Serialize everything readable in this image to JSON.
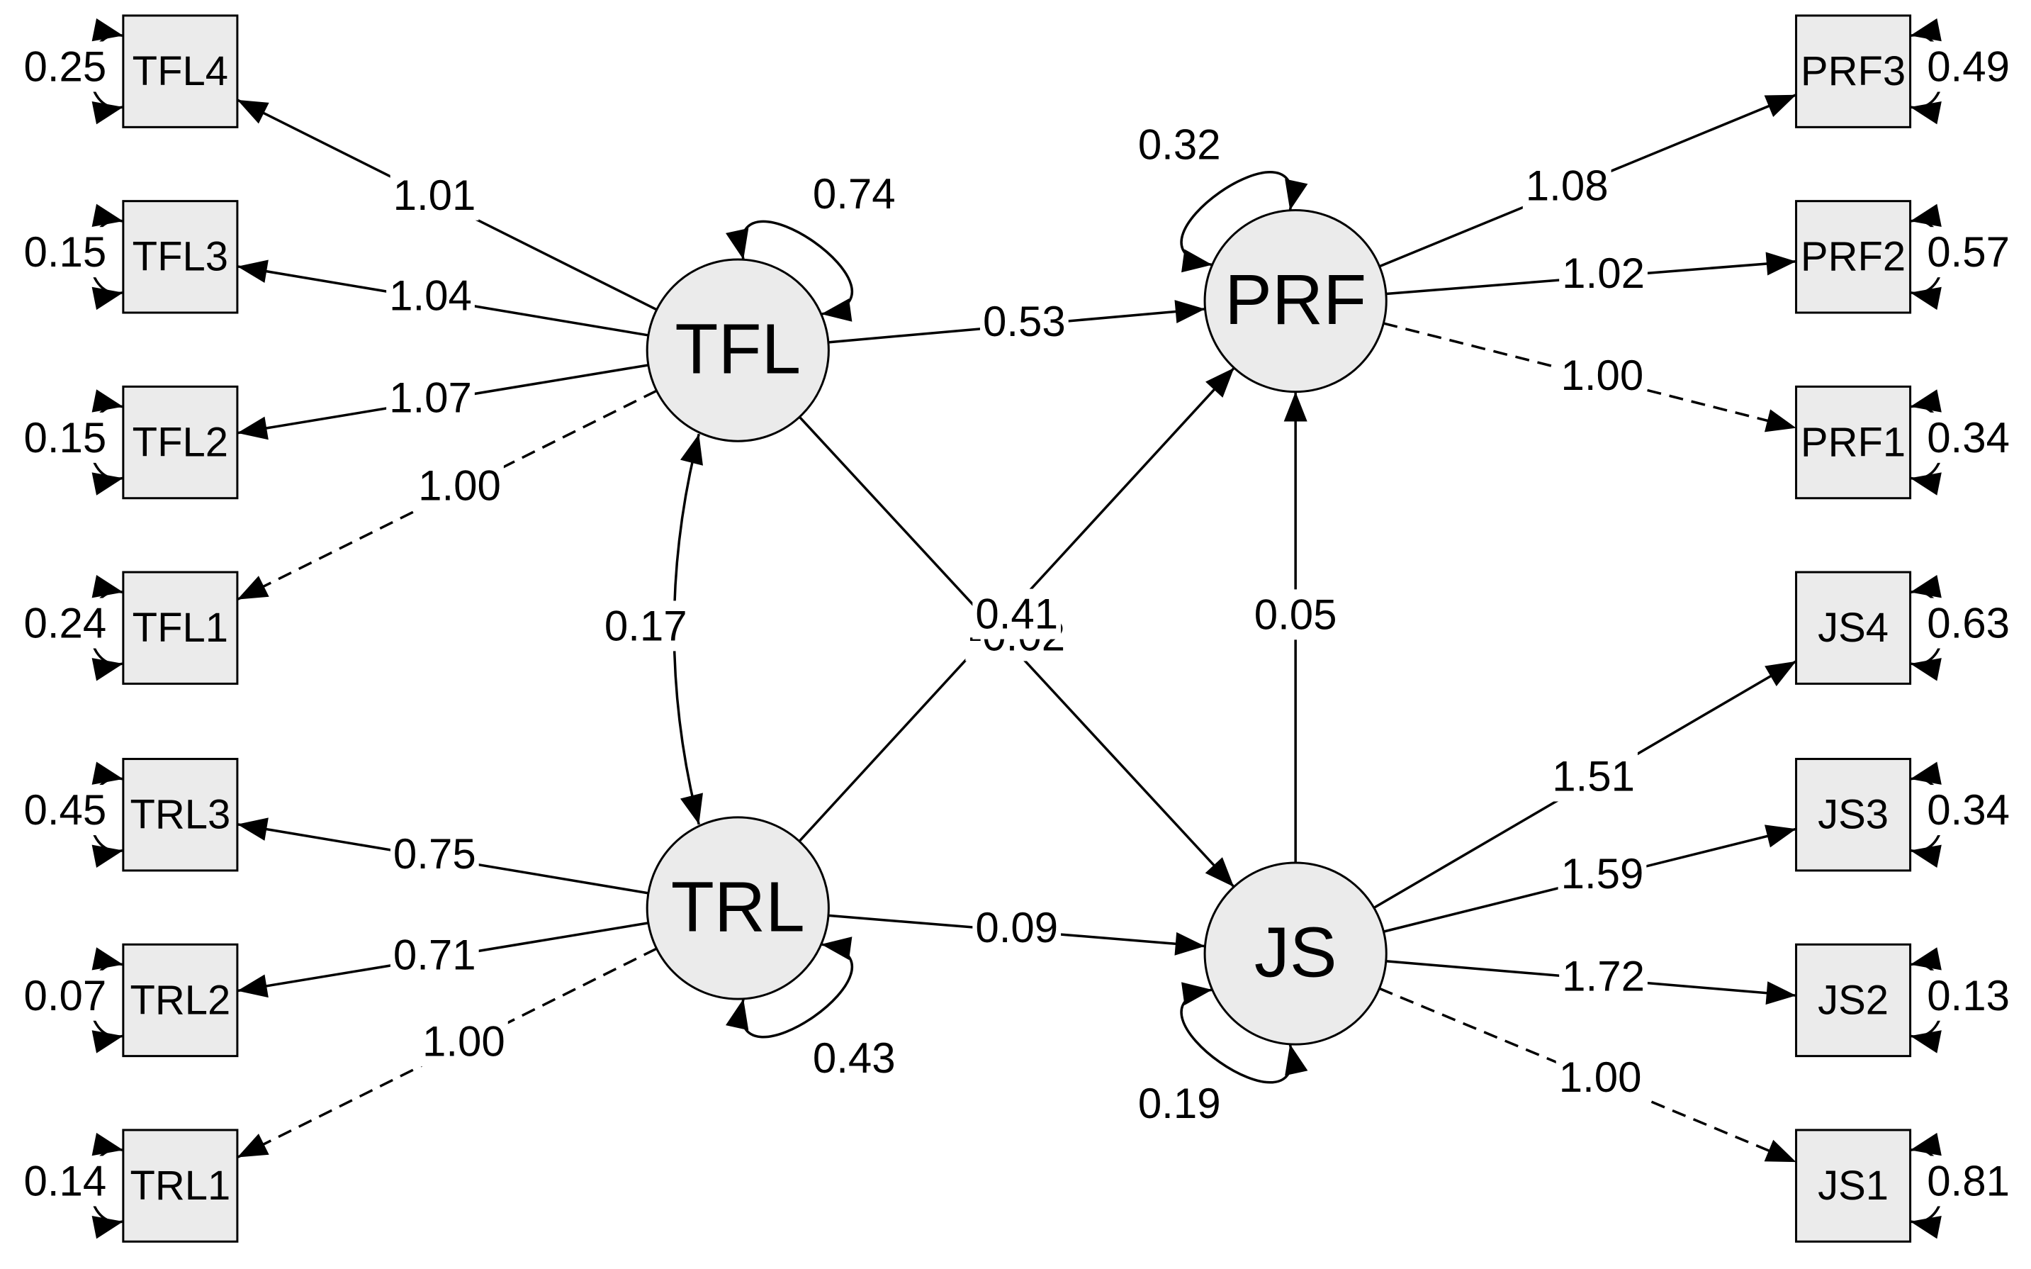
{
  "observed": [
    {
      "id": "TFL4",
      "label": "TFL4",
      "variance": "0.25"
    },
    {
      "id": "TFL3",
      "label": "TFL3",
      "variance": "0.15"
    },
    {
      "id": "TFL2",
      "label": "TFL2",
      "variance": "0.15"
    },
    {
      "id": "TFL1",
      "label": "TFL1",
      "variance": "0.24"
    },
    {
      "id": "TRL3",
      "label": "TRL3",
      "variance": "0.45"
    },
    {
      "id": "TRL2",
      "label": "TRL2",
      "variance": "0.07"
    },
    {
      "id": "TRL1",
      "label": "TRL1",
      "variance": "0.14"
    },
    {
      "id": "PRF3",
      "label": "PRF3",
      "variance": "0.49"
    },
    {
      "id": "PRF2",
      "label": "PRF2",
      "variance": "0.57"
    },
    {
      "id": "PRF1",
      "label": "PRF1",
      "variance": "0.34"
    },
    {
      "id": "JS4",
      "label": "JS4",
      "variance": "0.63"
    },
    {
      "id": "JS3",
      "label": "JS3",
      "variance": "0.34"
    },
    {
      "id": "JS2",
      "label": "JS2",
      "variance": "0.13"
    },
    {
      "id": "JS1",
      "label": "JS1",
      "variance": "0.81"
    }
  ],
  "latent": [
    {
      "id": "TFL",
      "label": "TFL",
      "variance": "0.74"
    },
    {
      "id": "TRL",
      "label": "TRL",
      "variance": "0.43"
    },
    {
      "id": "PRF",
      "label": "PRF",
      "variance": "0.32"
    },
    {
      "id": "JS",
      "label": "JS",
      "variance": "0.19"
    }
  ],
  "edges": [
    {
      "from": "TFL",
      "to": "TFL4",
      "label": "1.01",
      "dashed": false
    },
    {
      "from": "TFL",
      "to": "TFL3",
      "label": "1.04",
      "dashed": false
    },
    {
      "from": "TFL",
      "to": "TFL2",
      "label": "1.07",
      "dashed": false
    },
    {
      "from": "TFL",
      "to": "TFL1",
      "label": "1.00",
      "dashed": true
    },
    {
      "from": "TRL",
      "to": "TRL3",
      "label": "0.75",
      "dashed": false
    },
    {
      "from": "TRL",
      "to": "TRL2",
      "label": "0.71",
      "dashed": false
    },
    {
      "from": "TRL",
      "to": "TRL1",
      "label": "1.00",
      "dashed": true
    },
    {
      "from": "PRF",
      "to": "PRF3",
      "label": "1.08",
      "dashed": false
    },
    {
      "from": "PRF",
      "to": "PRF2",
      "label": "1.02",
      "dashed": false
    },
    {
      "from": "PRF",
      "to": "PRF1",
      "label": "1.00",
      "dashed": true
    },
    {
      "from": "JS",
      "to": "JS4",
      "label": "1.51",
      "dashed": false
    },
    {
      "from": "JS",
      "to": "JS3",
      "label": "1.59",
      "dashed": false
    },
    {
      "from": "JS",
      "to": "JS2",
      "label": "1.72",
      "dashed": false
    },
    {
      "from": "JS",
      "to": "JS1",
      "label": "1.00",
      "dashed": true
    },
    {
      "from": "TFL",
      "to": "PRF",
      "label": "0.53",
      "dashed": false
    },
    {
      "from": "TFL",
      "to": "JS",
      "label": "-0.02",
      "dashed": false
    },
    {
      "from": "TRL",
      "to": "PRF",
      "label": "0.41",
      "dashed": false
    },
    {
      "from": "TRL",
      "to": "JS",
      "label": "0.09",
      "dashed": false
    },
    {
      "from": "JS",
      "to": "PRF",
      "label": "0.05",
      "dashed": false
    }
  ],
  "covariances": [
    {
      "a": "TFL",
      "b": "TRL",
      "label": "0.17"
    }
  ]
}
